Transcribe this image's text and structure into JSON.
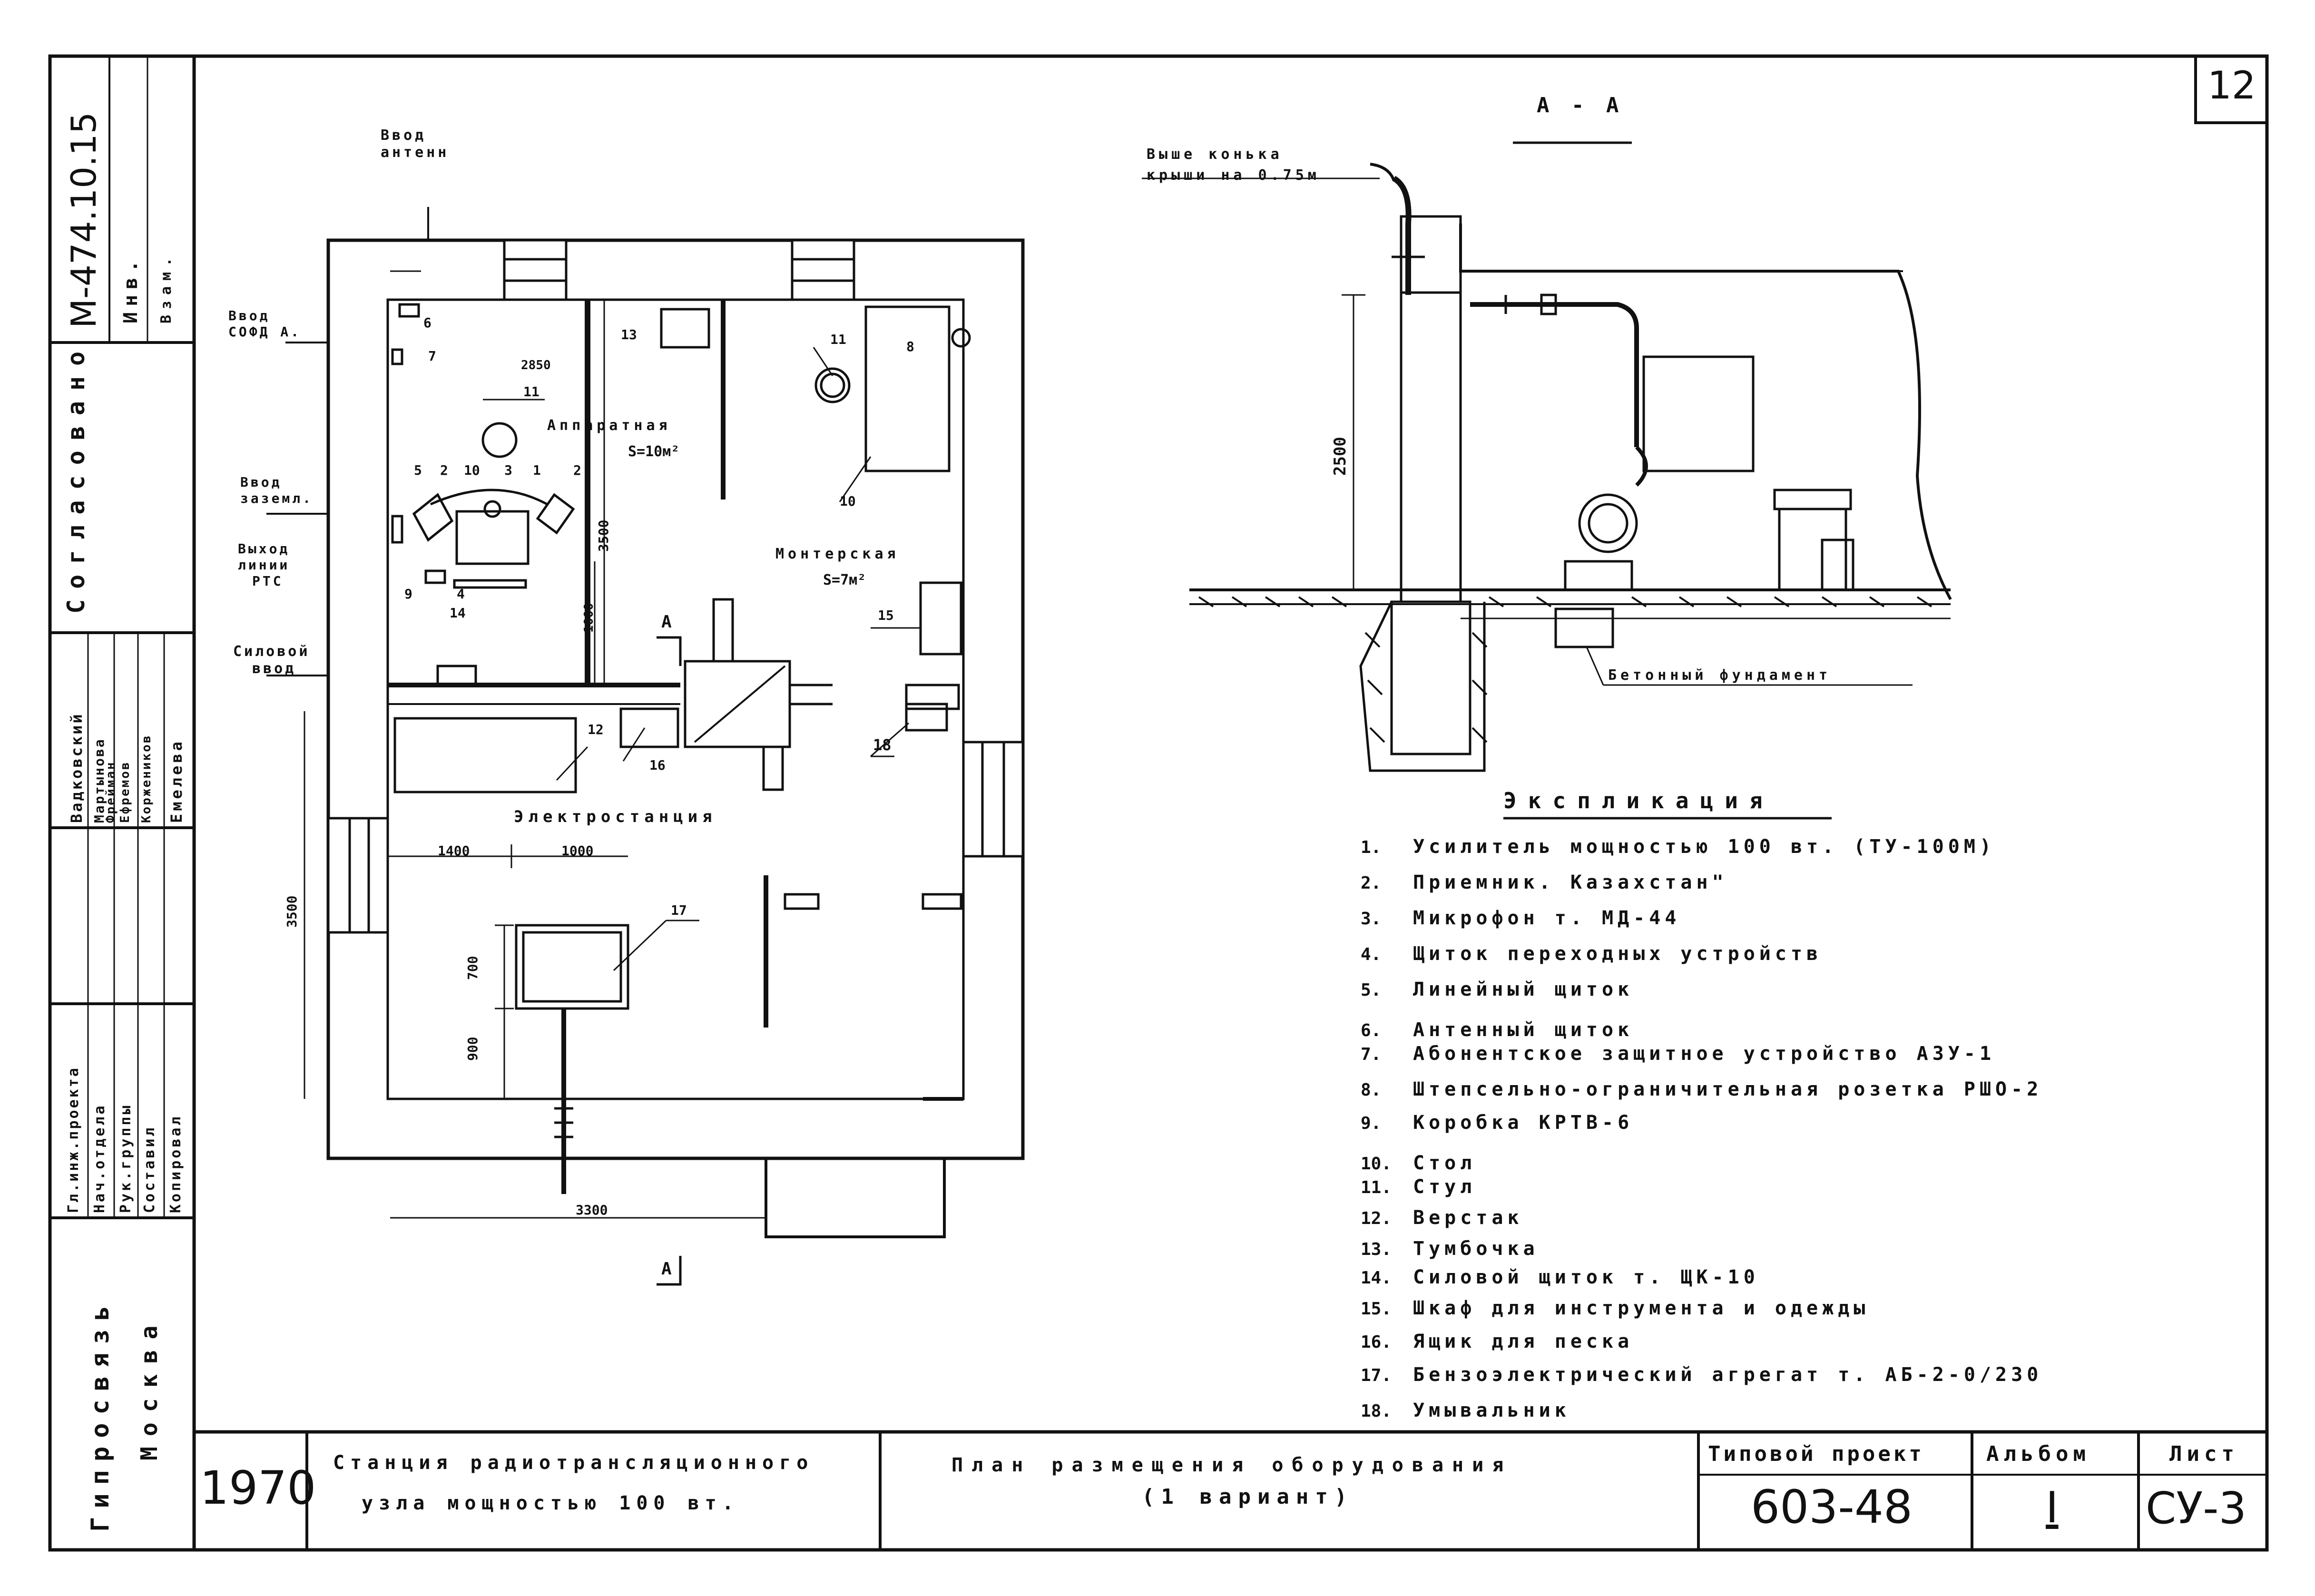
{
  "sheet_number": "12",
  "stamp": {
    "doc_code": "М-474.10.15",
    "inv_label": "Инв.",
    "vzam_label": "Взам.",
    "agreed_label": "Согласовано",
    "org": "Гипросвязь",
    "city": "Москва",
    "roles": [
      "Гл.инж.проекта",
      "Нач.отдела",
      "Рук.группы",
      "Составил",
      "Копировал"
    ],
    "names": [
      "Вадковский",
      "Мартынова",
      "Фрейман",
      "Ефремов",
      "Коржеников",
      "Емелева"
    ]
  },
  "plan": {
    "labels": {
      "antenna_input": [
        "Ввод",
        "антенн"
      ],
      "wire_input": [
        "Ввод",
        "СОФД А."
      ],
      "ground_input": [
        "Ввод",
        "заземл."
      ],
      "line_output": [
        "Выход",
        "линии",
        "РТС"
      ],
      "power_input": [
        "Силовой",
        "ввод"
      ],
      "apparatus_room": "Аппаратная",
      "apparatus_area": "S=10м²",
      "mount_room": "Монтерская",
      "mount_area": "S=7м²",
      "power_station": "Электростанция",
      "section_mark": "А"
    },
    "dims": [
      "2850",
      "3500",
      "1000",
      "3500",
      "1400",
      "1000",
      "700",
      "900",
      "3300"
    ],
    "item_numbers": [
      "1",
      "2",
      "3",
      "4",
      "5",
      "6",
      "7",
      "8",
      "9",
      "10",
      "11",
      "12",
      "13",
      "14",
      "15",
      "16",
      "17",
      "18"
    ]
  },
  "section": {
    "title": "А - А",
    "roof_note": [
      "Выше конька",
      "крыши на 0.75м"
    ],
    "height_dim": "2500",
    "foundation_note": "Бетонный фундамент"
  },
  "legend": {
    "title": "Экспликация",
    "items": [
      {
        "n": "1.",
        "text": "Усилитель мощностью 100 вт. (ТУ-100М)"
      },
      {
        "n": "2.",
        "text": "Приемник. Казахстан\""
      },
      {
        "n": "3.",
        "text": "Микрофон т. МД-44"
      },
      {
        "n": "4.",
        "text": "Щиток переходных устройств"
      },
      {
        "n": "5.",
        "text": "Линейный щиток"
      },
      {
        "n": "6.",
        "text": "Антенный щиток"
      },
      {
        "n": "7.",
        "text": "Абонентское защитное устройство АЗУ-1"
      },
      {
        "n": "8.",
        "text": "Штепсельно-ограничительная розетка РШО-2"
      },
      {
        "n": "9.",
        "text": "Коробка КРТВ-6"
      },
      {
        "n": "10.",
        "text": "Стол"
      },
      {
        "n": "11.",
        "text": "Стул"
      },
      {
        "n": "12.",
        "text": "Верстак"
      },
      {
        "n": "13.",
        "text": "Тумбочка"
      },
      {
        "n": "14.",
        "text": "Силовой щиток т. ЩК-10"
      },
      {
        "n": "15.",
        "text": "Шкаф для инструмента и одежды"
      },
      {
        "n": "16.",
        "text": "Ящик для песка"
      },
      {
        "n": "17.",
        "text": "Бензоэлектрический агрегат т. АБ-2-0/230"
      },
      {
        "n": "18.",
        "text": "Умывальник"
      }
    ]
  },
  "title_block": {
    "year": "1970",
    "object_line1": "Станция радиотрансляционного",
    "object_line2": "узла мощностью 100 вт.",
    "sheet_title_line1": "План размещения оборудования",
    "sheet_title_line2": "(1 вариант)",
    "project_label": "Типовой проект",
    "project_number": "603-48",
    "album_label": "Альбом",
    "album_number": "I",
    "sheet_label": "Лист",
    "sheet_code": "СУ-3"
  }
}
